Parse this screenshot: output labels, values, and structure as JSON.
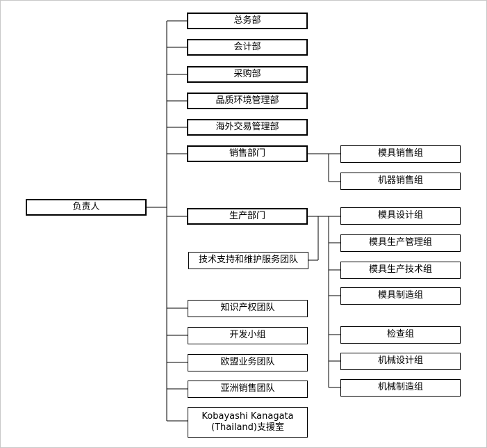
{
  "colors": {
    "line": "#000000",
    "box_border": "#000000",
    "frame": "#c8c8c8",
    "background": "#ffffff"
  },
  "root": "负责人",
  "departments": {
    "general_affairs": "总务部",
    "accounting": "会计部",
    "purchasing": "采购部",
    "quality_environment": "品质环境管理部",
    "overseas_trade": "海外交易管理部",
    "sales": "销售部门",
    "production": "生产部门",
    "tech_support": "技术支持和维护服务团队",
    "intellectual_property": "知识产权团队",
    "development": "开发小组",
    "eu_business": "欧盟业务团队",
    "asia_sales": "亚洲销售团队",
    "thailand_support_line1": "Kobayashi Kanagata",
    "thailand_support_line2": "(Thailand)支援室"
  },
  "sales_groups": [
    "模具销售组",
    "机器销售组"
  ],
  "production_groups": [
    "模具设计组",
    "模具生产管理组",
    "模具生产技术组",
    "模具制造组",
    "检查组",
    "机械设计组",
    "机械制造组"
  ]
}
